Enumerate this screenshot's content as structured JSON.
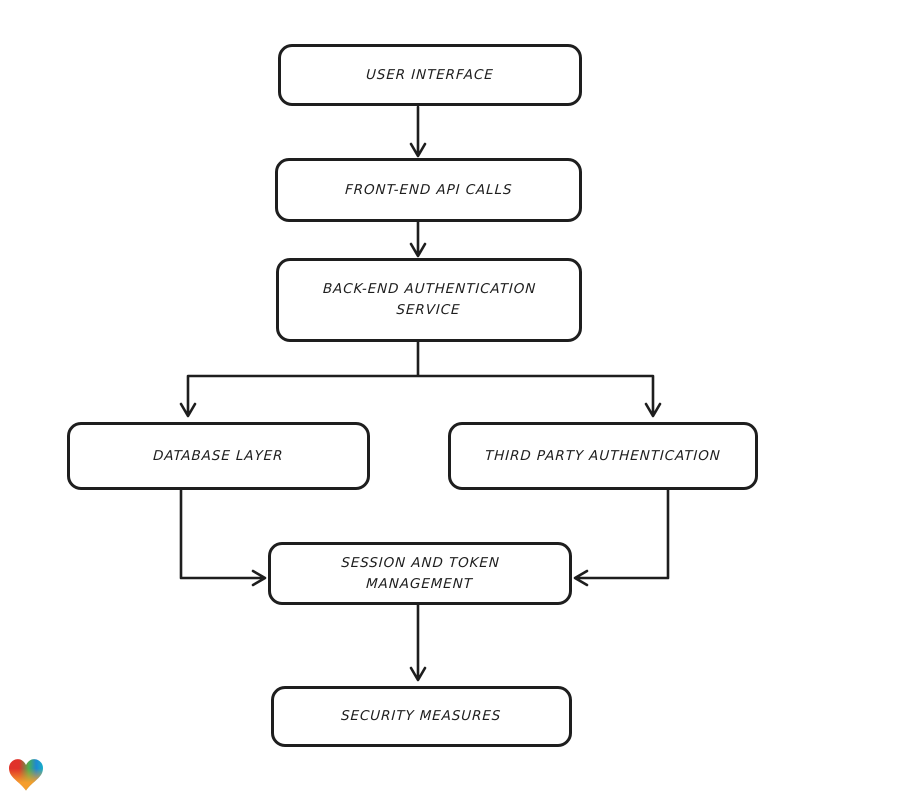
{
  "diagram": {
    "title": "authentication flow diagram",
    "background_color": "#ffffff",
    "stroke_color": "#1e1e1e",
    "nodes": [
      {
        "id": "user-interface",
        "label": "USER INTERFACE"
      },
      {
        "id": "front-end-api-calls",
        "label": "FRONT-END API CALLS"
      },
      {
        "id": "back-end-authentication-service",
        "label": "BACK-END AUTHENTICATION SERVICE"
      },
      {
        "id": "database-layer",
        "label": "DATABASE LAYER"
      },
      {
        "id": "third-party-authentication",
        "label": "THIRD PARTY AUTHENTICATION"
      },
      {
        "id": "session-and-token-management",
        "label": "SESSION AND TOKEN MANAGEMENT"
      },
      {
        "id": "security-measures",
        "label": "SECURITY MEASURES"
      }
    ],
    "edges": [
      {
        "from": "user-interface",
        "to": "front-end-api-calls"
      },
      {
        "from": "front-end-api-calls",
        "to": "back-end-authentication-service"
      },
      {
        "from": "back-end-authentication-service",
        "to": "database-layer"
      },
      {
        "from": "back-end-authentication-service",
        "to": "third-party-authentication"
      },
      {
        "from": "database-layer",
        "to": "session-and-token-management"
      },
      {
        "from": "third-party-authentication",
        "to": "session-and-token-management"
      },
      {
        "from": "session-and-token-management",
        "to": "security-measures"
      }
    ],
    "logo": {
      "name": "heart-logo",
      "colors": {
        "red": "#e0312a",
        "green": "#4caf50",
        "blue": "#1e88d2",
        "teal": "#18b0c8",
        "orange": "#f59e2c"
      }
    }
  }
}
